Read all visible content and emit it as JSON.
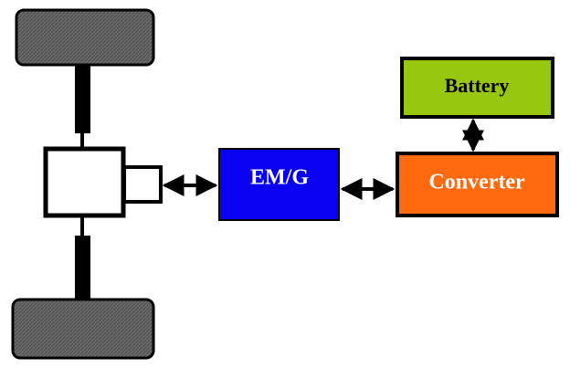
{
  "blocks": {
    "em_g": {
      "label": "EM/G",
      "fill": "#0a00f0",
      "text_color": "#ffffff"
    },
    "converter": {
      "label": "Converter",
      "fill": "#ff6a0f",
      "text_color": "#ffffff"
    },
    "battery": {
      "label": "Battery",
      "fill": "#97c80f",
      "text_color": "#000000"
    }
  },
  "colors": {
    "wheel_fill": "#6b6b6b",
    "outline": "#000000",
    "background": "#ffffff"
  },
  "connections": [
    {
      "from": "gearbox-output",
      "to": "em_g",
      "type": "bidirectional"
    },
    {
      "from": "em_g",
      "to": "converter",
      "type": "bidirectional"
    },
    {
      "from": "converter",
      "to": "battery",
      "type": "bidirectional"
    }
  ]
}
